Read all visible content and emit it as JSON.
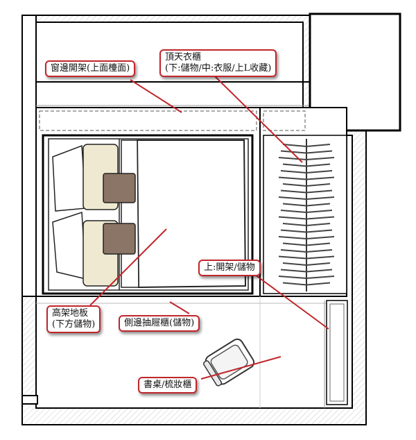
{
  "labels": {
    "window_shelf": "窗邊開架(上面檯面)",
    "wardrobe_line1": "頂天衣櫃",
    "wardrobe_line2": "(下:儲物/中:衣服/上L收藏)",
    "upper_shelf": "上:開架/儲物",
    "raised_floor_line1": "高架地板",
    "raised_floor_line2": "(下方儲物)",
    "side_drawer": "側邊抽屜櫃(儲物)",
    "desk": "書桌/梳妝櫃"
  },
  "colors": {
    "callout_border": "#c0262c",
    "leader_line": "#c0262c",
    "wall": "#000000",
    "pillow": "#efe9d2",
    "cushion": "#8a7566"
  }
}
